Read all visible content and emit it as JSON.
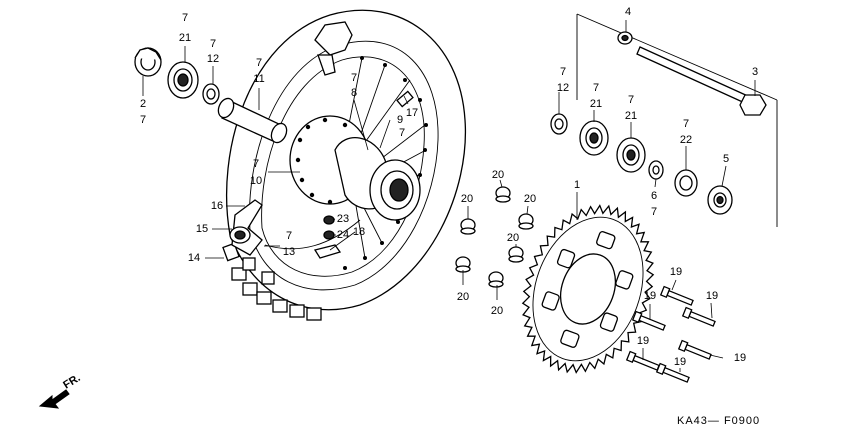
{
  "diagram_code": "KA43— F0900",
  "direction_label": "FR.",
  "callouts": [
    {
      "id": "c-7a",
      "text": "7"
    },
    {
      "id": "c-21a",
      "text": "21"
    },
    {
      "id": "c-7b",
      "text": "7"
    },
    {
      "id": "c-12a",
      "text": "12"
    },
    {
      "id": "c-2",
      "text": "2"
    },
    {
      "id": "c-7c",
      "text": "7"
    },
    {
      "id": "c-7d",
      "text": "7"
    },
    {
      "id": "c-11",
      "text": "11"
    },
    {
      "id": "c-7e",
      "text": "7"
    },
    {
      "id": "c-8",
      "text": "8"
    },
    {
      "id": "c-9",
      "text": "9"
    },
    {
      "id": "c-7f",
      "text": "7"
    },
    {
      "id": "c-17",
      "text": "17"
    },
    {
      "id": "c-7g",
      "text": "7"
    },
    {
      "id": "c-10",
      "text": "10"
    },
    {
      "id": "c-16",
      "text": "16"
    },
    {
      "id": "c-15",
      "text": "15"
    },
    {
      "id": "c-14",
      "text": "14"
    },
    {
      "id": "c-7h",
      "text": "7"
    },
    {
      "id": "c-13",
      "text": "13"
    },
    {
      "id": "c-23",
      "text": "23"
    },
    {
      "id": "c-24",
      "text": "24"
    },
    {
      "id": "c-18",
      "text": "18"
    },
    {
      "id": "c-4",
      "text": "4"
    },
    {
      "id": "c-3",
      "text": "3"
    },
    {
      "id": "c-7i",
      "text": "7"
    },
    {
      "id": "c-12b",
      "text": "12"
    },
    {
      "id": "c-7j",
      "text": "7"
    },
    {
      "id": "c-21b",
      "text": "21"
    },
    {
      "id": "c-7k",
      "text": "7"
    },
    {
      "id": "c-21c",
      "text": "21"
    },
    {
      "id": "c-7l",
      "text": "7"
    },
    {
      "id": "c-22",
      "text": "22"
    },
    {
      "id": "c-5",
      "text": "5"
    },
    {
      "id": "c-6",
      "text": "6"
    },
    {
      "id": "c-7m",
      "text": "7"
    },
    {
      "id": "c-1",
      "text": "1"
    },
    {
      "id": "c-20a",
      "text": "20"
    },
    {
      "id": "c-20b",
      "text": "20"
    },
    {
      "id": "c-20c",
      "text": "20"
    },
    {
      "id": "c-20d",
      "text": "20"
    },
    {
      "id": "c-20e",
      "text": "20"
    },
    {
      "id": "c-20f",
      "text": "20"
    },
    {
      "id": "c-19a",
      "text": "19"
    },
    {
      "id": "c-19b",
      "text": "19"
    },
    {
      "id": "c-19c",
      "text": "19"
    },
    {
      "id": "c-19d",
      "text": "19"
    },
    {
      "id": "c-19e",
      "text": "19"
    },
    {
      "id": "c-19f",
      "text": "19"
    }
  ]
}
